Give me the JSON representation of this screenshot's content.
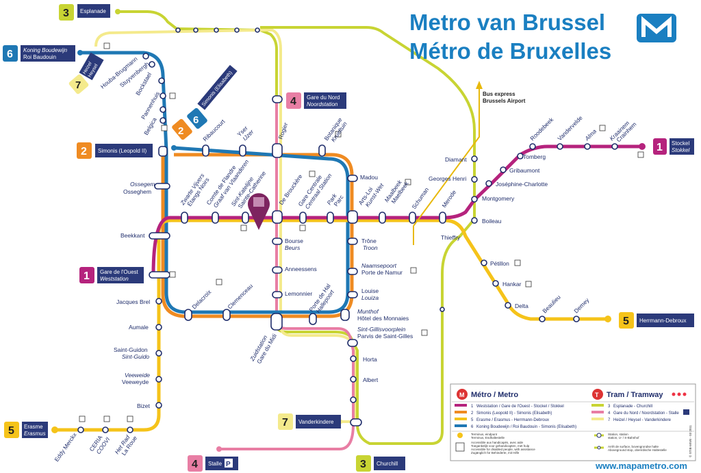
{
  "title": {
    "nl": "Metro van Brussel",
    "fr": "Métro de Bruxelles"
  },
  "website": "www.mapametro.com",
  "bus_express": [
    "Bus express",
    "Brussels Airport"
  ],
  "colors": {
    "line1": "#b5237d",
    "line2": "#ef8b22",
    "line5": "#f5c31a",
    "line6": "#1f78b4",
    "tram3": "#c8d433",
    "tram4": "#e87ea4",
    "tram7": "#f4ea8c",
    "blue": "#1a7fc1"
  },
  "terminals": {
    "t3_esplanade": {
      "num": "3",
      "lines": [
        "Esplanade"
      ]
    },
    "t6_roi": {
      "num": "6",
      "lines": [
        "Koning Boudewijn",
        "Roi Baudouin"
      ]
    },
    "t7_heysel": {
      "num": "7",
      "lines": [
        "Heizel",
        "Heysel"
      ]
    },
    "t2_6_simonis": {
      "num1": "2",
      "num2": "6",
      "lines": [
        "Simonis (Elisabeth)"
      ]
    },
    "t2_simonis": {
      "num": "2",
      "lines": [
        "Simonis (Leopold II)"
      ]
    },
    "t4_nord": {
      "num": "4",
      "lines": [
        "Gare du Nord",
        "Noordstation"
      ]
    },
    "t1_ouest": {
      "num": "1",
      "lines": [
        "Gare de l'Ouest",
        "Weststation"
      ]
    },
    "t1_stockel": {
      "num": "1",
      "lines": [
        "Stockel",
        "Stokkel"
      ]
    },
    "t5_herrmann": {
      "num": "5",
      "lines": [
        "Herrmann-Debroux"
      ]
    },
    "t5_erasme": {
      "num": "5",
      "lines": [
        "Erasme",
        "Erasmus"
      ]
    },
    "t4_stalle": {
      "num": "4",
      "lines": [
        "Stalle"
      ]
    },
    "t7_vanderkindere": {
      "num": "7",
      "lines": [
        "Vanderkindere"
      ]
    },
    "t3_churchill": {
      "num": "3",
      "lines": [
        "Churchill"
      ]
    }
  },
  "stations": {
    "houba": "Houba-Brugmann",
    "stuyvenbergh": "Stuyvenbergh",
    "bockstael": "Bockstael",
    "pannenhuis": "Pannenhuis",
    "belgica": "Belgica",
    "ossegem": "Ossegem",
    "osseghem": "Osseghem",
    "beekkant": "Beekkant",
    "jacquesbrel": "Jacques Brel",
    "aumale": "Aumale",
    "saintguidon": "Saint-Guidon",
    "sintguido": "Sint-Guido",
    "veeweide": "Veeweide",
    "veeweyde": "Veeweyde",
    "bizet": "Bizet",
    "eddy": "Eddy Merckx",
    "ceria": "CERIA",
    "coovi": "COOVI",
    "hetrad": "Het Rad",
    "laroue": "La Roue",
    "ribaucourt": "Ribaucourt",
    "yser": "Yser",
    "ijzer": "IJzer",
    "zwarte": "Zwarte Vijvers",
    "etangs": "Étangs Noirs",
    "comte": "Comte de Flandre",
    "graaf": "Graaf van Vlaanderen",
    "sintkat": "Sint-Katelijne",
    "saintecat": "Sainte-Catherine",
    "debrouckere": "De Brouckère",
    "garecentrale": "Gare Centrale",
    "centraal": "Centraal Station",
    "park": "Park",
    "parc": "Parc",
    "artsloi": "Arts-Loi",
    "kunstwet": "Kunst-Wet",
    "maelbeek1": "Maalbeek",
    "maelbeek2": "Maelbeek",
    "schuman": "Schuman",
    "merode": "Merode",
    "rogier": "Rogier",
    "botanique": "Botanique",
    "kruidtuin": "Kruidtuin",
    "madou": "Madou",
    "bourse": "Bourse",
    "beurs": "Beurs",
    "anneessens": "Anneessens",
    "lemonnier": "Lemonnier",
    "trone": "Trône",
    "troon": "Troon",
    "naamse": "Naamsepoort",
    "portenamur": "Porte de Namur",
    "louise": "Louise",
    "louiza": "Louiza",
    "munthof": "Munthof",
    "monnaies": "Hôtel des Monnaies",
    "sintgillis": "Sint-Gillisvoorplein",
    "parvis": "Parvis de Saint-Gilles",
    "horta": "Horta",
    "albert": "Albert",
    "delacroix": "Delacroix",
    "clemenceau": "Clemenceau",
    "zuid": "Zuidstation",
    "garemidi": "Gare du Midi",
    "portehal": "Porte de Hal",
    "hallepoort": "Hallepoort",
    "diamant": "Diamant",
    "georgeshenri": "Georges Henri",
    "montgomery": "Montgomery",
    "boileau": "Boileau",
    "thieffry": "Thieffry",
    "petillon": "Pétillon",
    "hankar": "Hankar",
    "delta": "Delta",
    "beaulieu": "Beaulieu",
    "demey": "Demey",
    "tomberg": "Tomberg",
    "gribaumont": "Gribaumont",
    "josephine": "Joséphine-Charlotte",
    "roodebeek": "Roodebeek",
    "vandervelde": "Vandervelde",
    "alma": "Alma",
    "kraainem": "Kraainem",
    "crainhem": "Crainhem"
  },
  "legend": {
    "metro_title": "Métro / Metro",
    "tram_title": "Tram / Tramway",
    "metro_lines": [
      {
        "num": "1",
        "text": "Weststation / Gare de l'Ouest - Stockel / Stokkel"
      },
      {
        "num": "2",
        "text": "Simonis (Leopold II) - Simonis (Elisabeth)"
      },
      {
        "num": "5",
        "text": "Erasme / Erasmus - Herrmann-Debroux"
      },
      {
        "num": "6",
        "text": "Koning Boudewijn / Roi Baudouin - Simonis (Elisabeth)"
      }
    ],
    "tram_lines": [
      {
        "num": "3",
        "text": "Esplanade - Churchill"
      },
      {
        "num": "4",
        "text": "Gare du Nord / Noordstation - Stalle"
      },
      {
        "num": "7",
        "text": "Heizel / Heysel - Vanderkindere"
      }
    ],
    "notes": [
      "Terminus, eindpunt",
      "Terminus, Endhaltestelle",
      "Accessible aux handicapés, avec aide",
      "Toegankelijk voor gehandicapten, met hulp",
      "Accessible for disabled people, with assistance",
      "Zugänglich für Behinderte, mit Hilfe",
      "Station, station",
      "station, U- / S-Bahnhof",
      "Arrêt de surface, bovengrondse halte",
      "Aboveground stop, oberirdische Haltestelle"
    ],
    "credit": "© STIB-MIVB - 03 2011"
  }
}
